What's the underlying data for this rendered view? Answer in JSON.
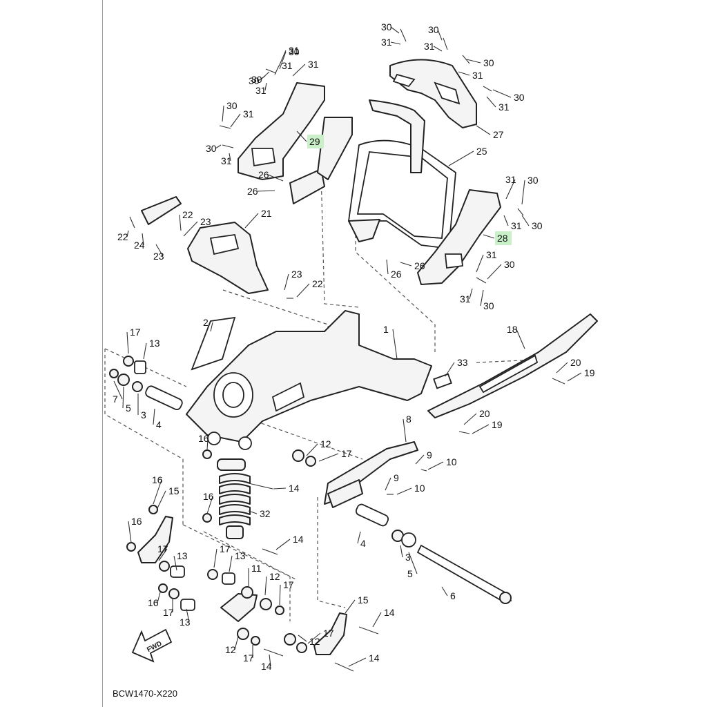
{
  "diagram": {
    "code": "BCW1470-X220",
    "fwd_label": "FWD",
    "highlight_color": "#c9f0c9",
    "callouts": [
      {
        "text": "30"
      },
      {
        "text": "30"
      },
      {
        "text": "31"
      },
      {
        "text": "31"
      },
      {
        "text": "30"
      },
      {
        "text": "31"
      },
      {
        "text": "31"
      },
      {
        "text": "30"
      },
      {
        "text": "31"
      },
      {
        "text": "30"
      },
      {
        "text": "31"
      },
      {
        "text": "27"
      },
      {
        "text": "30"
      },
      {
        "text": "31"
      },
      {
        "text": "31"
      },
      {
        "text": "30"
      },
      {
        "text": "30"
      },
      {
        "text": "31"
      },
      {
        "text": "30"
      },
      {
        "text": "31"
      },
      {
        "text": "29",
        "highlight": true
      },
      {
        "text": "26"
      },
      {
        "text": "26"
      },
      {
        "text": "25"
      },
      {
        "text": "31"
      },
      {
        "text": "30"
      },
      {
        "text": "31"
      },
      {
        "text": "30"
      },
      {
        "text": "28",
        "highlight": true
      },
      {
        "text": "26"
      },
      {
        "text": "26"
      },
      {
        "text": "31"
      },
      {
        "text": "30"
      },
      {
        "text": "31"
      },
      {
        "text": "30"
      },
      {
        "text": "22"
      },
      {
        "text": "23"
      },
      {
        "text": "22"
      },
      {
        "text": "24"
      },
      {
        "text": "23"
      },
      {
        "text": "21"
      },
      {
        "text": "23"
      },
      {
        "text": "22"
      },
      {
        "text": "2"
      },
      {
        "text": "1"
      },
      {
        "text": "18"
      },
      {
        "text": "33"
      },
      {
        "text": "20"
      },
      {
        "text": "19"
      },
      {
        "text": "20"
      },
      {
        "text": "19"
      },
      {
        "text": "17"
      },
      {
        "text": "13"
      },
      {
        "text": "7"
      },
      {
        "text": "5"
      },
      {
        "text": "3"
      },
      {
        "text": "4"
      },
      {
        "text": "16"
      },
      {
        "text": "8"
      },
      {
        "text": "12"
      },
      {
        "text": "17"
      },
      {
        "text": "9"
      },
      {
        "text": "10"
      },
      {
        "text": "9"
      },
      {
        "text": "10"
      },
      {
        "text": "14"
      },
      {
        "text": "16"
      },
      {
        "text": "15"
      },
      {
        "text": "16"
      },
      {
        "text": "32"
      },
      {
        "text": "16"
      },
      {
        "text": "14"
      },
      {
        "text": "4"
      },
      {
        "text": "3"
      },
      {
        "text": "5"
      },
      {
        "text": "6"
      },
      {
        "text": "17"
      },
      {
        "text": "13"
      },
      {
        "text": "17"
      },
      {
        "text": "13"
      },
      {
        "text": "11"
      },
      {
        "text": "12"
      },
      {
        "text": "17"
      },
      {
        "text": "16"
      },
      {
        "text": "17"
      },
      {
        "text": "13"
      },
      {
        "text": "15"
      },
      {
        "text": "14"
      },
      {
        "text": "12"
      },
      {
        "text": "17"
      },
      {
        "text": "12"
      },
      {
        "text": "17"
      },
      {
        "text": "14"
      },
      {
        "text": "14"
      }
    ]
  }
}
